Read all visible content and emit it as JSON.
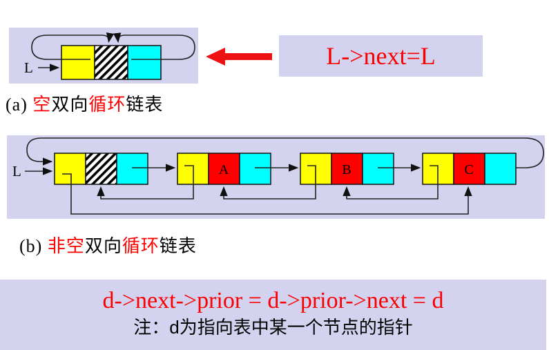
{
  "colors": {
    "panel_bg": "#d3d3f0",
    "yellow": "#ffff00",
    "cyan": "#00ffff",
    "red": "#ff0000",
    "line": "#222222",
    "accent_red": "#fa0000",
    "arrow_red": "#ee1111"
  },
  "diagram_a": {
    "pointer_label": "L",
    "annotation": "L->next=L",
    "caption_segments": [
      {
        "text": "(a)  ",
        "color": "#000000",
        "serif": true
      },
      {
        "text": "空",
        "color": "#ff0000"
      },
      {
        "text": "双向",
        "color": "#000000"
      },
      {
        "text": "循环",
        "color": "#ff0000"
      },
      {
        "text": "链表",
        "color": "#000000"
      }
    ]
  },
  "diagram_b": {
    "pointer_label": "L",
    "node_labels": [
      "A",
      "B",
      "C"
    ],
    "caption_segments": [
      {
        "text": "(b) ",
        "color": "#000000",
        "serif": true
      },
      {
        "text": "非空",
        "color": "#ff0000"
      },
      {
        "text": "双向",
        "color": "#000000"
      },
      {
        "text": "循环",
        "color": "#ff0000"
      },
      {
        "text": "链表",
        "color": "#000000"
      }
    ]
  },
  "footer": {
    "formula": "d->next->prior = d->prior->next = d",
    "note": "注：d为指向表中某一个节点的指针"
  }
}
